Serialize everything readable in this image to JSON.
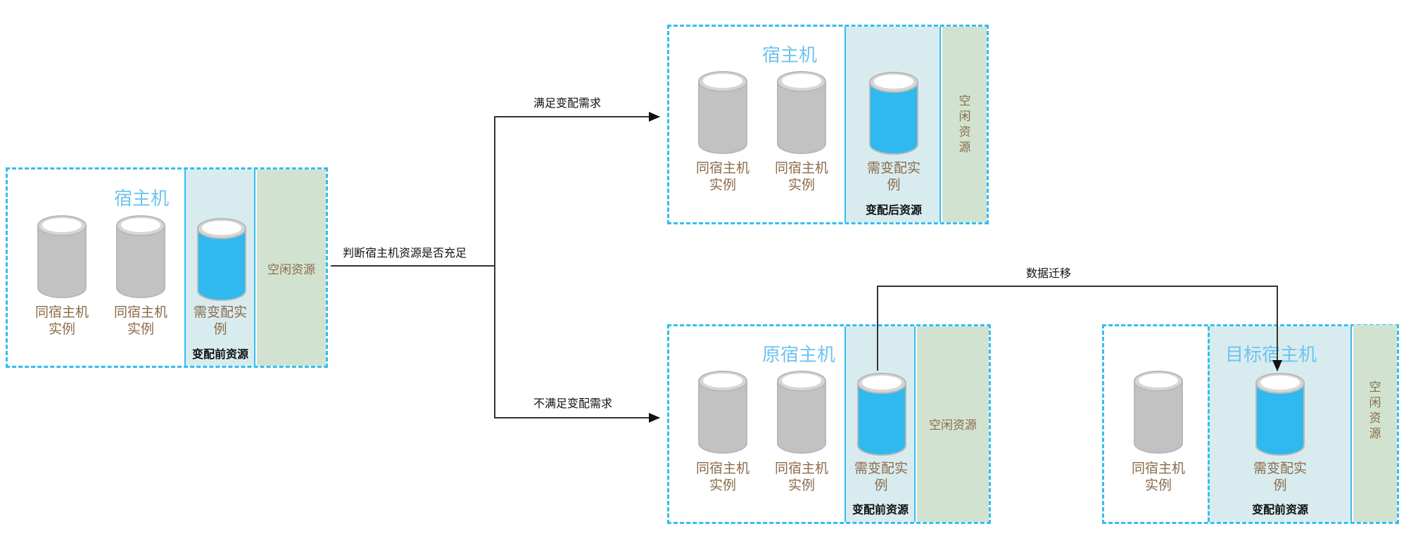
{
  "colors": {
    "host_border": "#35bdef",
    "host_title": "#6ec3ef",
    "target_section": "#d8ecef",
    "free_section": "#d1e3d0",
    "instance_gray": "#c2c2c2",
    "instance_blue": "#2fb9ee",
    "label_brown": "#8b6b4a",
    "connector": "#333333"
  },
  "left_host": {
    "title": "宿主机",
    "instances": [
      {
        "label_line1": "同宿主机",
        "label_line2": "实例",
        "type": "gray"
      },
      {
        "label_line1": "同宿主机",
        "label_line2": "实例",
        "type": "gray"
      },
      {
        "label_line1": "需变配实",
        "label_line2": "例",
        "type": "blue"
      }
    ],
    "resource_label": "变配前资源",
    "free_label": "空闲资源"
  },
  "top_host": {
    "title": "宿主机",
    "instances": [
      {
        "label_line1": "同宿主机",
        "label_line2": "实例",
        "type": "gray"
      },
      {
        "label_line1": "同宿主机",
        "label_line2": "实例",
        "type": "gray"
      },
      {
        "label_line1": "需变配实",
        "label_line2": "例",
        "type": "blue"
      }
    ],
    "resource_label": "变配后资源",
    "free_label": [
      "空",
      "闲",
      "资",
      "源"
    ]
  },
  "source_host": {
    "title": "原宿主机",
    "instances": [
      {
        "label_line1": "同宿主机",
        "label_line2": "实例",
        "type": "gray"
      },
      {
        "label_line1": "同宿主机",
        "label_line2": "实例",
        "type": "gray"
      },
      {
        "label_line1": "需变配实",
        "label_line2": "例",
        "type": "blue"
      }
    ],
    "resource_label": "变配前资源",
    "free_label": "空闲资源"
  },
  "target_host": {
    "title": "目标宿主机",
    "instances": [
      {
        "label_line1": "同宿主机",
        "label_line2": "实例",
        "type": "gray"
      },
      {
        "label_line1": "需变配实",
        "label_line2": "例",
        "type": "blue"
      }
    ],
    "resource_label": "变配前资源",
    "free_label": [
      "空",
      "闲",
      "资",
      "源"
    ]
  },
  "connectors": {
    "decision": "判断宿主机资源是否充足",
    "yes_branch": "满足变配需求",
    "no_branch": "不满足变配需求",
    "migration": "数据迁移"
  }
}
